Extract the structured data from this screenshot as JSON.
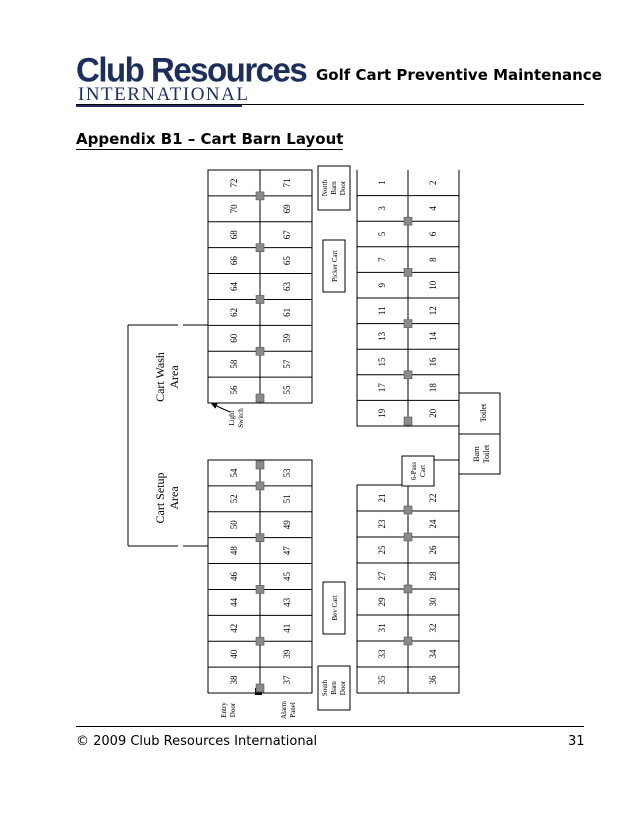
{
  "header": {
    "logo_top": "Club Resources",
    "logo_bottom": "INTERNATIONAL",
    "doc_title": "Golf Cart Preventive Maintenance"
  },
  "section_title": "Appendix B1 – Cart Barn Layout",
  "areas": {
    "cart_wash": [
      "Cart Wash",
      "Area"
    ],
    "cart_setup": [
      "Cart Setup",
      "Area"
    ],
    "north_barn_door": [
      "North",
      "Barn",
      "Door"
    ],
    "south_barn_door": [
      "South",
      "Barn",
      "Door"
    ],
    "picker_cart": "Picker Cart",
    "bev_cart": "Bev Cart",
    "six_pass_cart": [
      "6-Pass",
      "Cart"
    ],
    "light_switch": [
      "Light",
      "Switch"
    ],
    "entry_door": [
      "Entry",
      "Door"
    ],
    "alarm_panel": [
      "Alarm",
      "Panel"
    ],
    "toilet": "Toilet",
    "barn_toilet": [
      "Barn",
      "Toilet"
    ]
  },
  "stalls": {
    "left_north_inner": [
      "56",
      "58",
      "60",
      "62",
      "64",
      "66",
      "68",
      "70",
      "72"
    ],
    "left_north_outer": [
      "55",
      "57",
      "59",
      "61",
      "63",
      "65",
      "67",
      "69",
      "71"
    ],
    "left_south_inner": [
      "38",
      "40",
      "42",
      "44",
      "46",
      "48",
      "50",
      "52",
      "54"
    ],
    "left_south_outer": [
      "37",
      "39",
      "41",
      "43",
      "45",
      "47",
      "49",
      "51",
      "53"
    ],
    "right_north_a": [
      "19",
      "17",
      "15",
      "13",
      "11",
      "9",
      "7",
      "5",
      "3",
      "1"
    ],
    "right_north_b": [
      "20",
      "18",
      "16",
      "14",
      "12",
      "10",
      "8",
      "6",
      "4",
      "2"
    ],
    "right_south_a": [
      "35",
      "33",
      "31",
      "29",
      "27",
      "25",
      "23",
      "21"
    ],
    "right_south_b": [
      "36",
      "34",
      "32",
      "30",
      "28",
      "26",
      "24",
      "22"
    ]
  },
  "footer": {
    "copyright": "© 2009 Club Resources International",
    "page_number": "31"
  },
  "colors": {
    "logo": "#1e2e5c",
    "charger": "#8a8a8a",
    "line": "#000000"
  }
}
